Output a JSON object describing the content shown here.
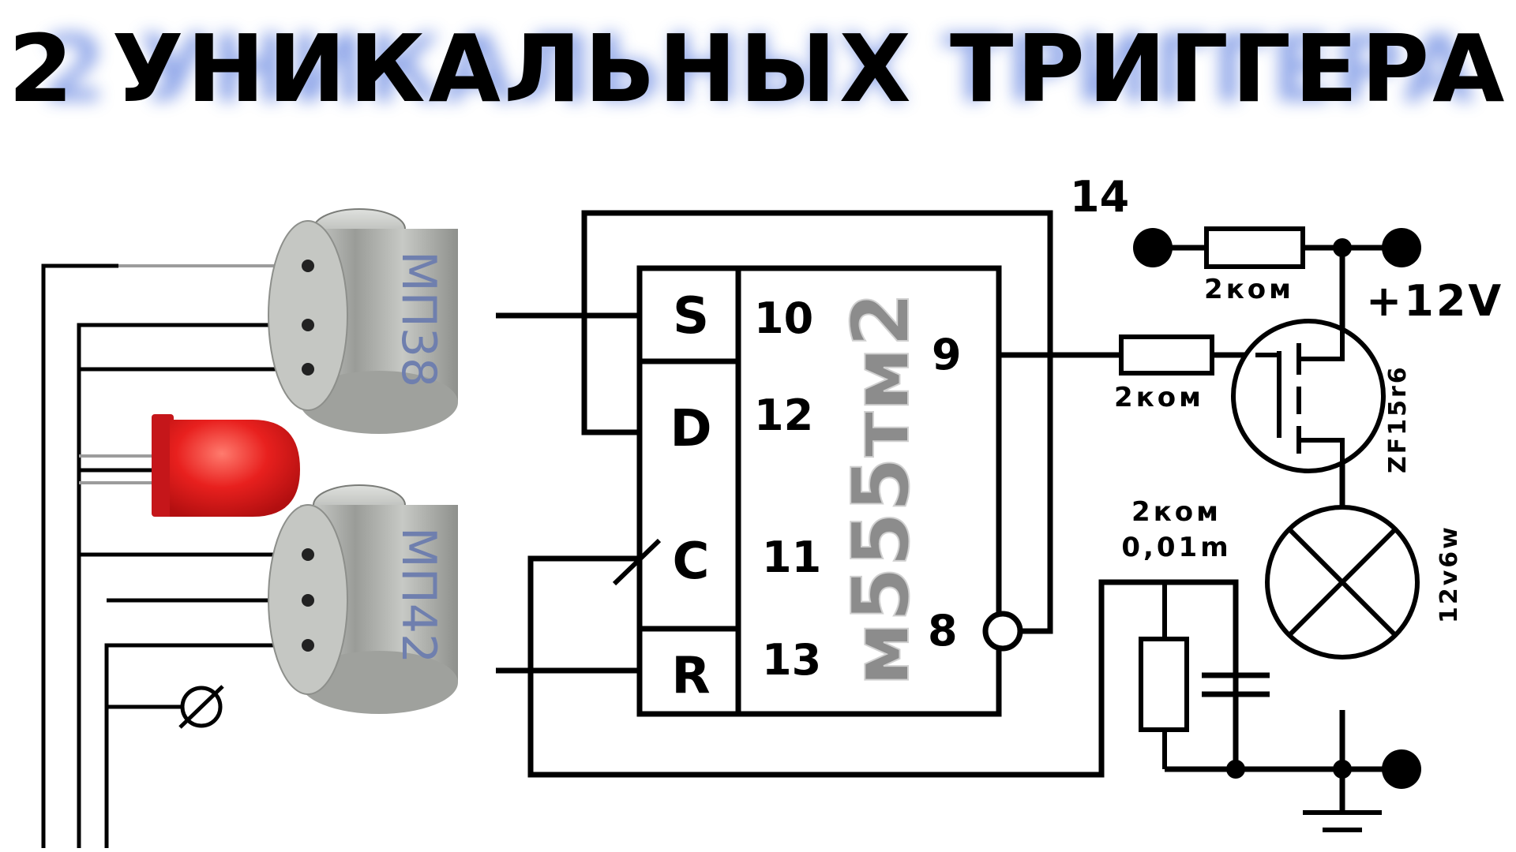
{
  "title": "2 УНИКАЛЬНЫХ ТРИГГЕРА",
  "transistors": {
    "top_label": "МП38",
    "bottom_label": "МП42"
  },
  "chip": {
    "name": "м555тм2",
    "pins": {
      "s_label": "S",
      "s_num": "10",
      "d_label": "D",
      "d_num": "12",
      "c_label": "C",
      "c_num": "11",
      "r_label": "R",
      "r_num": "13",
      "q_num": "9",
      "qbar_num": "8",
      "power_num": "14"
    }
  },
  "components": {
    "r_top": "2ком",
    "r_gate": "2ком",
    "rc_r": "2ком",
    "rc_c": "0,01m",
    "mosfet": "ZF15r6",
    "lamp": "12v6w",
    "supply": "+12V"
  },
  "colors": {
    "wire": "#000000",
    "led": "#e8201e",
    "metal": "#b9bbb8",
    "label_blue": "#6f7fae",
    "chip_name": "#8c8c8c",
    "title_glow": "#3b63d8"
  }
}
